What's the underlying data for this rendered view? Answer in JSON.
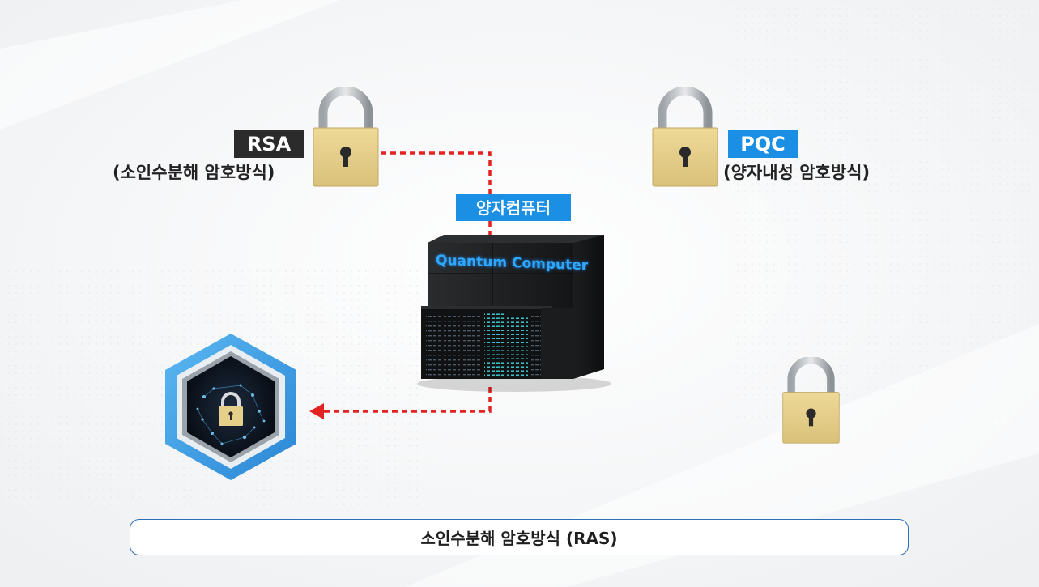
{
  "rsa": {
    "tag": "RSA",
    "description": "(소인수분해 암호방식)",
    "icon": "padlock-icon"
  },
  "pqc": {
    "tag": "PQC",
    "description": "(양자내성 암호방식)",
    "icon": "padlock-icon"
  },
  "quantum_computer": {
    "tag": "양자컴퓨터",
    "screen_text": "Quantum Computer"
  },
  "caption": "소인수분해 암호방식 (RAS)",
  "colors": {
    "tag_dark": "#2b2b2b",
    "tag_blue": "#1a8fe3",
    "arrow_red": "#e32222",
    "lock_body": "#e6cf88",
    "lock_shackle": "#c9cccf",
    "hex_border": "#3aa0e8",
    "caption_border": "#2d6fb6"
  }
}
